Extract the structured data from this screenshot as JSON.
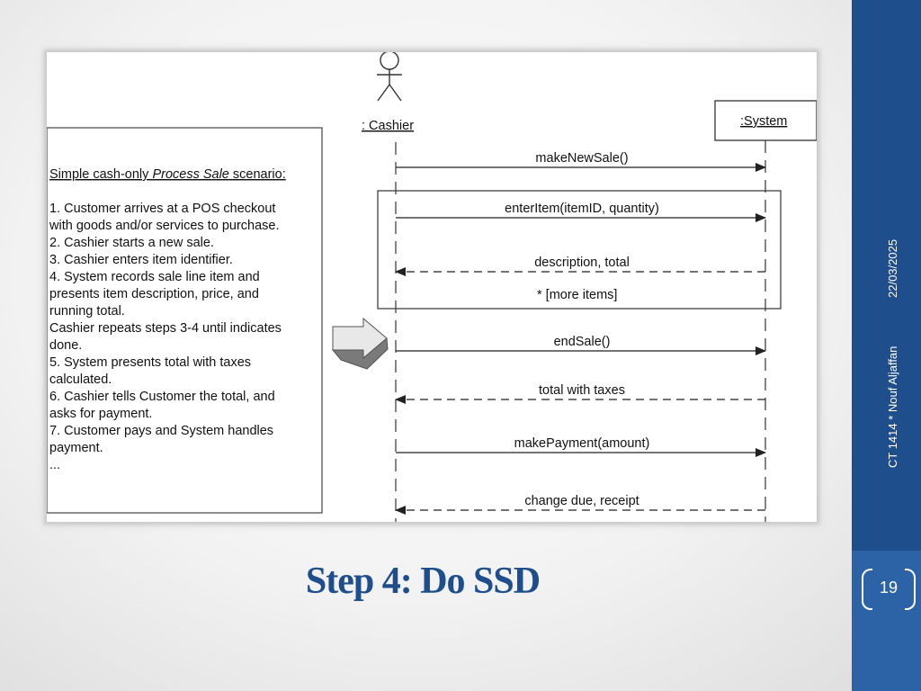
{
  "slide": {
    "title": "Step 4: Do SSD",
    "footer": "CT 1414 * Nouf Aljaffan",
    "date": "22/03/2025",
    "page_number": "19"
  },
  "scenario": {
    "title_prefix": "Simple cash-only ",
    "title_italic": "Process Sale",
    "title_suffix": " scenario:",
    "lines": [
      "1. Customer arrives at a POS checkout",
      "with goods and/or services to purchase.",
      "2. Cashier starts a new sale.",
      "3. Cashier enters item identifier.",
      "4. System records sale line item and",
      "presents item description, price, and",
      "running total.",
      "Cashier repeats steps 3-4 until indicates",
      "done.",
      "5. System presents total with taxes",
      "calculated.",
      "6. Cashier tells Customer the total, and",
      "asks for payment.",
      "7. Customer pays and System handles",
      "payment.",
      "..."
    ]
  },
  "sequence": {
    "actor_label": ": Cashier",
    "system_label": ":System",
    "loop_label": "* [more items]",
    "messages": [
      {
        "label": "makeNewSale()",
        "kind": "call"
      },
      {
        "label": "enterItem(itemID, quantity)",
        "kind": "call"
      },
      {
        "label": "description, total",
        "kind": "return"
      },
      {
        "label": "endSale()",
        "kind": "call"
      },
      {
        "label": "total with taxes",
        "kind": "return"
      },
      {
        "label": "makePayment(amount)",
        "kind": "call"
      },
      {
        "label": "change due, receipt",
        "kind": "return"
      }
    ]
  },
  "colors": {
    "sidebar": "#1f4e8c",
    "title": "#1f4e8c",
    "diagram_ink": "#222222"
  },
  "icons": {
    "arrow": "block-arrow-icon",
    "actor": "stick-figure-icon"
  }
}
